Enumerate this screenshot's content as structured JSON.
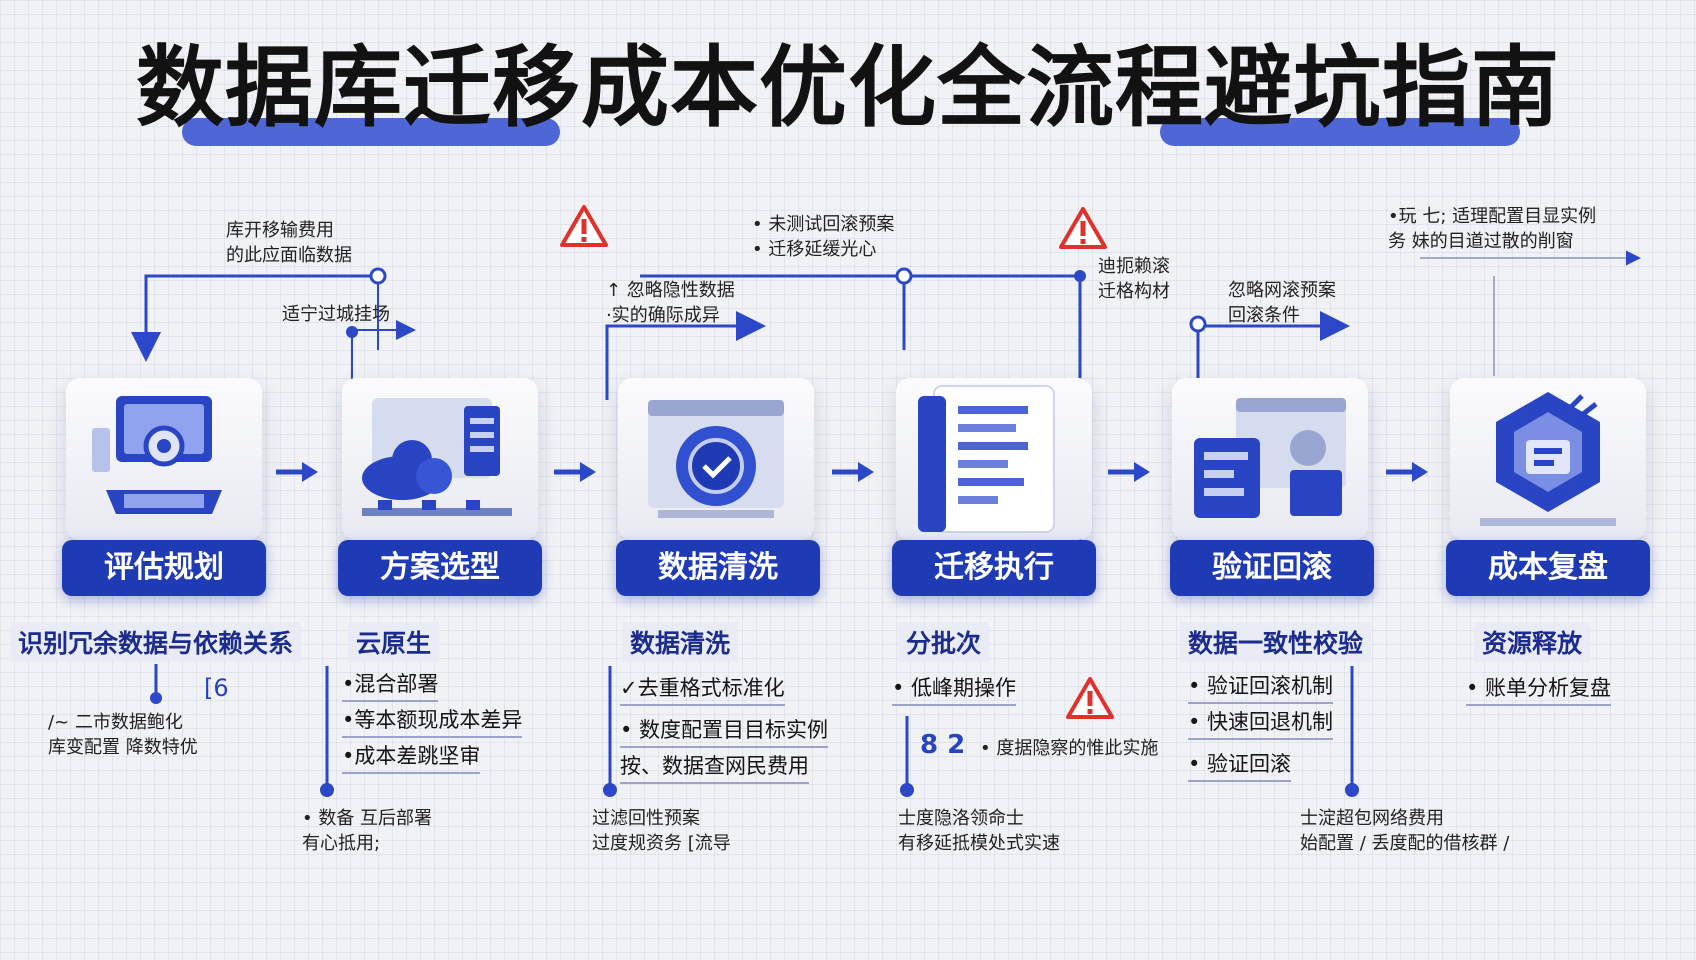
{
  "title": "数据库迁移成本优化全流程避坑指南",
  "stages": [
    {
      "label": "评估规划",
      "subhead": "识别冗余数据与依赖关系",
      "bullets": []
    },
    {
      "label": "方案选型",
      "subhead": "云原生",
      "bullets": [
        "•混合部署",
        "•等本额现成本差异",
        "•成本差跳坚审"
      ]
    },
    {
      "label": "数据清洗",
      "subhead": "数据清洗",
      "bullets": [
        "✓去重格式标准化",
        "• 数度配置目目标实例",
        "按、数据查网民费用"
      ]
    },
    {
      "label": "迁移执行",
      "subhead": "分批次",
      "bullets": [
        "• 低峰期操作"
      ]
    },
    {
      "label": "验证回滚",
      "subhead": "数据一致性校验",
      "bullets": [
        "• 验证回滚机制",
        "• 快速回退机制",
        "• 验证回滚"
      ]
    },
    {
      "label": "成本复盘",
      "subhead": "资源释放",
      "bullets": [
        "• 账单分析复盘"
      ]
    }
  ],
  "notes": {
    "n1a": "库开移输费用",
    "n1b": "的此应面临数据",
    "n2": "适宁过城挂场",
    "n3a": "↑ 忽略隐性数据",
    "n3b": "·实的确际成异",
    "n4a": "• 未测试回滚预案",
    "n4b": "• 迁移延缓光心",
    "n5a": "迪扼赖滚",
    "n5b": "迁格构材",
    "n6a": "忽略网滚预案",
    "n6b": "回滚条件",
    "n7a": "•玩 七; 适理配置目显实例",
    "n7b": "务 妹的目道过散的削窗",
    "n8": "[6",
    "n9a": "/~ 二市数据鲍化",
    "n9b": "库变配置 降数特优",
    "n10a": "• 数备 互后部署",
    "n10b": "有心抵用;",
    "n11a": "过滤回性预案",
    "n11b": "过度规资务 [流导",
    "n12a": "士度隐洛领命士",
    "n12b": "有移延抵模处式实速",
    "n13": "• 度据隐察的惟此实施",
    "n14a": "士淀超包网络费用",
    "n14b": "始配置 / 丢度配的借核群 /",
    "digits": "8 2"
  },
  "colors": {
    "accent": "#1f3ab5",
    "line": "#2d47c9",
    "warning": "#e0312d",
    "title_bar": "#4f67d6"
  }
}
